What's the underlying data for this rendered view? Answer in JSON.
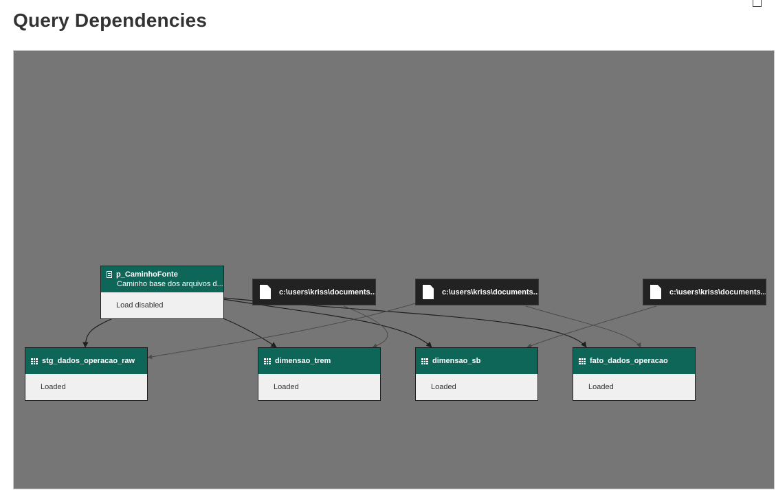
{
  "page": {
    "title": "Query Dependencies"
  },
  "sources": [
    {
      "label": "c:\\users\\kriss\\documents...",
      "icon": "file-icon"
    },
    {
      "label": "c:\\users\\kriss\\documents...",
      "icon": "file-icon"
    },
    {
      "label": "c:\\users\\kriss\\documents...",
      "icon": "file-icon"
    }
  ],
  "parameter": {
    "name": "p_CaminhoFonte",
    "description": "Caminho base dos arquivos d...",
    "status": "Load disabled",
    "icon": "parameter-icon"
  },
  "queries": [
    {
      "name": "stg_dados_operacao_raw",
      "status": "Loaded",
      "icon": "table-icon"
    },
    {
      "name": "dimensao_trem",
      "status": "Loaded",
      "icon": "table-icon"
    },
    {
      "name": "dimensao_sb",
      "status": "Loaded",
      "icon": "table-icon"
    },
    {
      "name": "fato_dados_operacao",
      "status": "Loaded",
      "icon": "table-icon"
    }
  ],
  "colors": {
    "canvas": "#767676",
    "query_header": "#0e6658",
    "source_bg": "#222222",
    "node_body": "#f0f0f0",
    "edge": "#2a2a2a"
  }
}
